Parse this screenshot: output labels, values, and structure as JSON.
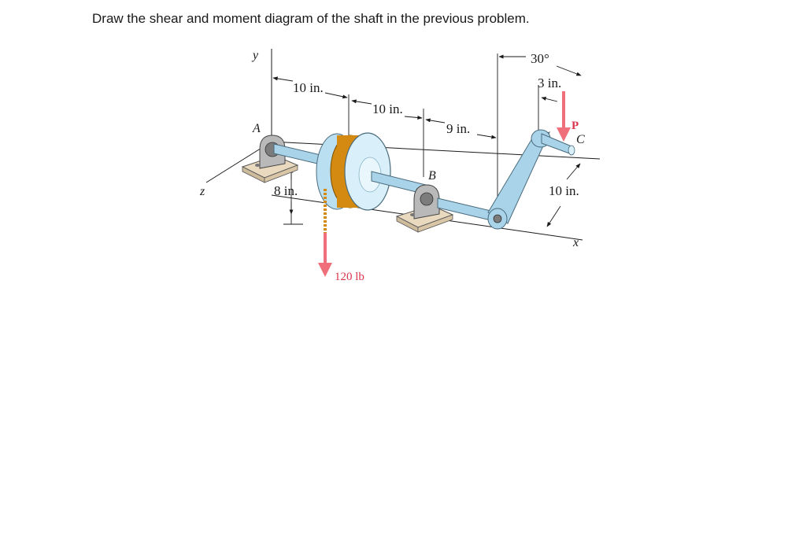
{
  "question": {
    "text": "Draw the shear and moment diagram of the shaft in the previous problem."
  },
  "figure": {
    "axes": {
      "x": "x",
      "y": "y",
      "z": "z"
    },
    "points": {
      "A": "A",
      "B": "B",
      "C": "C"
    },
    "dimensions": {
      "d1": "10 in.",
      "d2": "10 in.",
      "d3": "9 in.",
      "pulley_radius": "8 in.",
      "crank_length": "10 in.",
      "handle_length": "3 in.",
      "angle": "30°"
    },
    "loads": {
      "cable": "120 lb",
      "force_P": "P"
    },
    "colors": {
      "shaft": "#a9d3e8",
      "pulley": "#d9f0fa",
      "rope": "#d48a10",
      "load_arrow": "#ef6f7a",
      "base": "#e8d9bf",
      "bearing": "#b9b9b9"
    }
  }
}
